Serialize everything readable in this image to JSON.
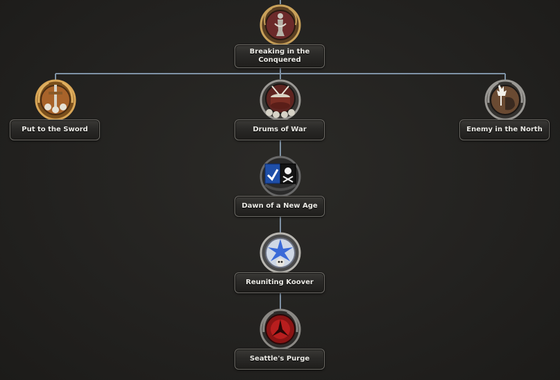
{
  "focus_tree": {
    "nodes": [
      {
        "id": "breaking",
        "label": "Breaking in the Conquered",
        "icon": "chained-prisoner-icon"
      },
      {
        "id": "sword",
        "label": "Put to the Sword",
        "icon": "sword-skulls-icon"
      },
      {
        "id": "drums",
        "label": "Drums of War",
        "icon": "war-drum-icon"
      },
      {
        "id": "north",
        "label": "Enemy in the North",
        "icon": "maple-leaf-fist-icon"
      },
      {
        "id": "dawn",
        "label": "Dawn of a New Age",
        "icon": "pirate-flag-icon"
      },
      {
        "id": "reuniting",
        "label": "Reuniting Koover",
        "icon": "blue-star-skull-icon"
      },
      {
        "id": "purge",
        "label": "Seattle's Purge",
        "icon": "red-purge-icon"
      }
    ]
  },
  "colors": {
    "background": "#232220",
    "connector": "#8fa6bd",
    "label_text": "#ecebe6",
    "gold_frame": "#c9a15a",
    "silver_frame": "#9a9894"
  }
}
